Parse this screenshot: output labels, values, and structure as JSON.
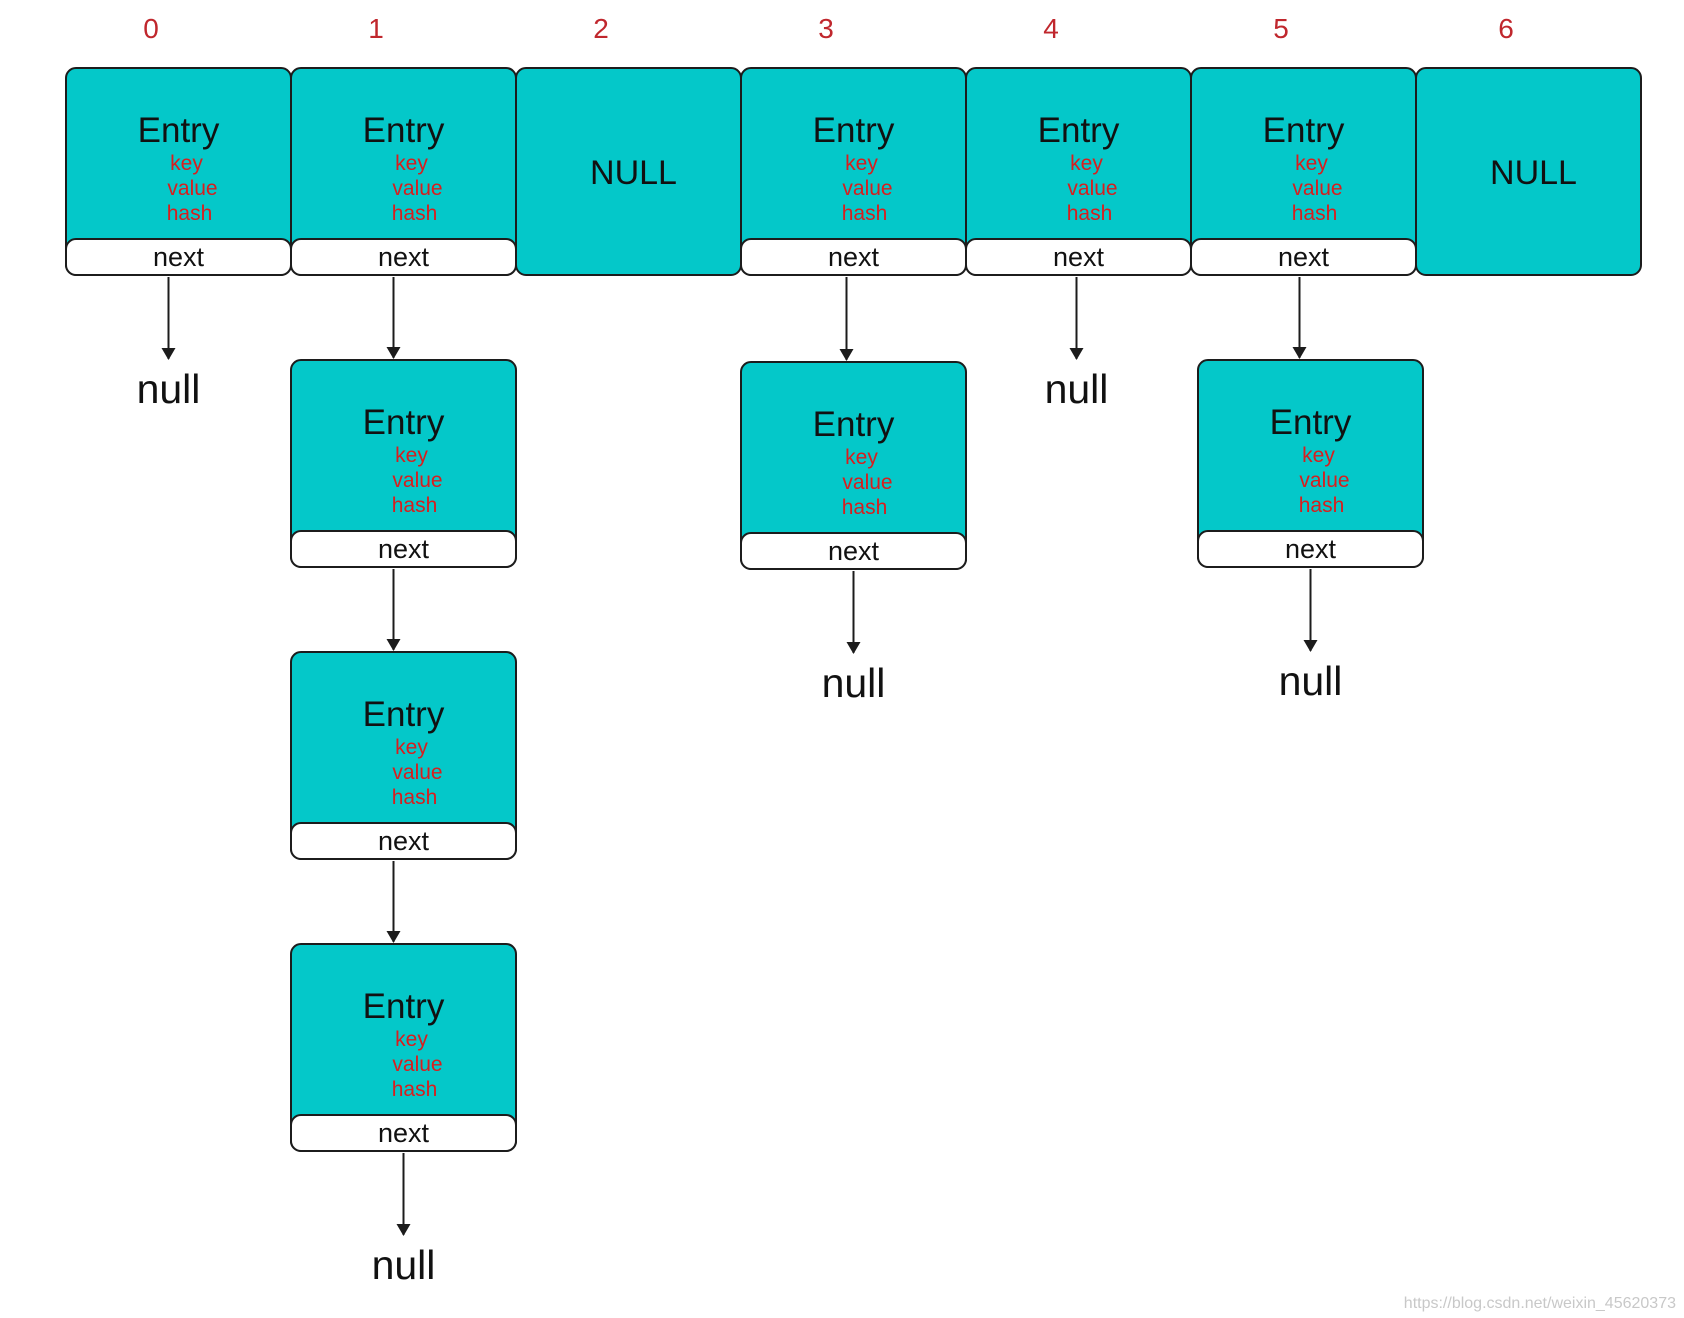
{
  "colors": {
    "entry_fill": "#04c8c9",
    "index_text": "#c0272d",
    "field_text": "#d81e1e",
    "outline": "#1c1c1c"
  },
  "indices": [
    "0",
    "1",
    "2",
    "3",
    "4",
    "5",
    "6"
  ],
  "entry": {
    "title": "Entry",
    "fields": [
      "key",
      "value",
      "hash"
    ],
    "next_label": "next"
  },
  "empty_bucket_label": "NULL",
  "terminator_label": "null",
  "buckets": [
    {
      "index": "0",
      "empty": false,
      "chain_length": 1
    },
    {
      "index": "1",
      "empty": false,
      "chain_length": 4
    },
    {
      "index": "2",
      "empty": true,
      "chain_length": 0
    },
    {
      "index": "3",
      "empty": false,
      "chain_length": 2
    },
    {
      "index": "4",
      "empty": false,
      "chain_length": 1
    },
    {
      "index": "5",
      "empty": false,
      "chain_length": 2
    },
    {
      "index": "6",
      "empty": true,
      "chain_length": 0
    }
  ],
  "watermark": "https://blog.csdn.net/weixin_45620373"
}
